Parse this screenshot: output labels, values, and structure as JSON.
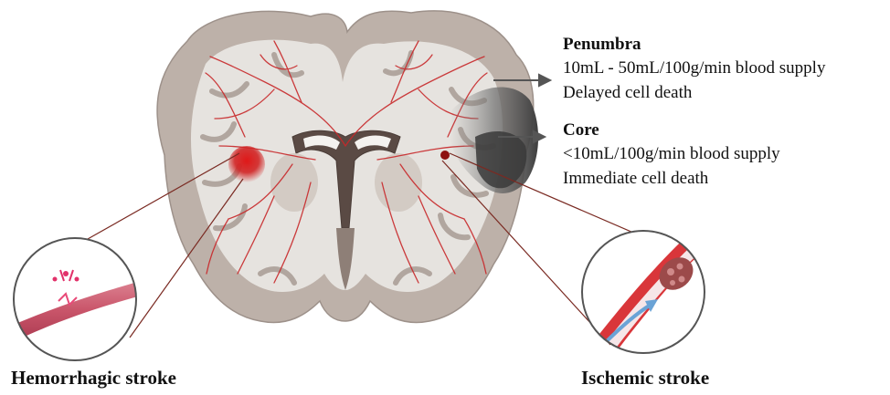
{
  "penumbra": {
    "title": "Penumbra",
    "line1": "10mL - 50mL/100g/min blood supply",
    "line2": "Delayed cell death"
  },
  "core": {
    "title": "Core",
    "line1": "<10mL/100g/min blood supply",
    "line2": "Immediate cell death"
  },
  "captions": {
    "left": "Hemorrhagic stroke",
    "right": "Ischemic stroke"
  },
  "colors": {
    "brain_outer": "#bdb1a9",
    "brain_inner": "#e6e3df",
    "vessel": "#c8282a",
    "hemorrhage": "#e01818",
    "penumbra_shade": "#5a5a5a",
    "artery": "#d9363a",
    "clot": "#9c4a4a"
  }
}
